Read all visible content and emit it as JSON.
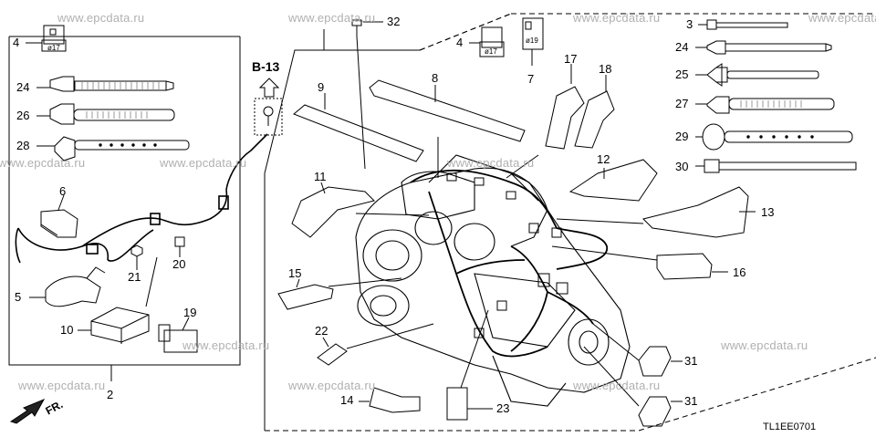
{
  "diagram": {
    "reference_code": "TL1EE0701",
    "block_reference": "B-13",
    "front_label": "FR.",
    "watermark": "www.epcdata.ru",
    "clip_diameters": {
      "part_4_left": "ø17",
      "part_4_right": "ø17",
      "part_7": "ø19"
    },
    "callouts": {
      "c2": "2",
      "c3": "3",
      "c4a": "4",
      "c4b": "4",
      "c5": "5",
      "c6": "6",
      "c7": "7",
      "c8": "8",
      "c9": "9",
      "c10": "10",
      "c11": "11",
      "c12": "12",
      "c13": "13",
      "c14": "14",
      "c15": "15",
      "c16": "16",
      "c17": "17",
      "c18": "18",
      "c19": "19",
      "c20": "20",
      "c21": "21",
      "c22": "22",
      "c23": "23",
      "c24a": "24",
      "c24b": "24",
      "c25": "25",
      "c26": "26",
      "c27": "27",
      "c28": "28",
      "c29": "29",
      "c30": "30",
      "c31a": "31",
      "c31b": "31",
      "c32": "32"
    }
  }
}
